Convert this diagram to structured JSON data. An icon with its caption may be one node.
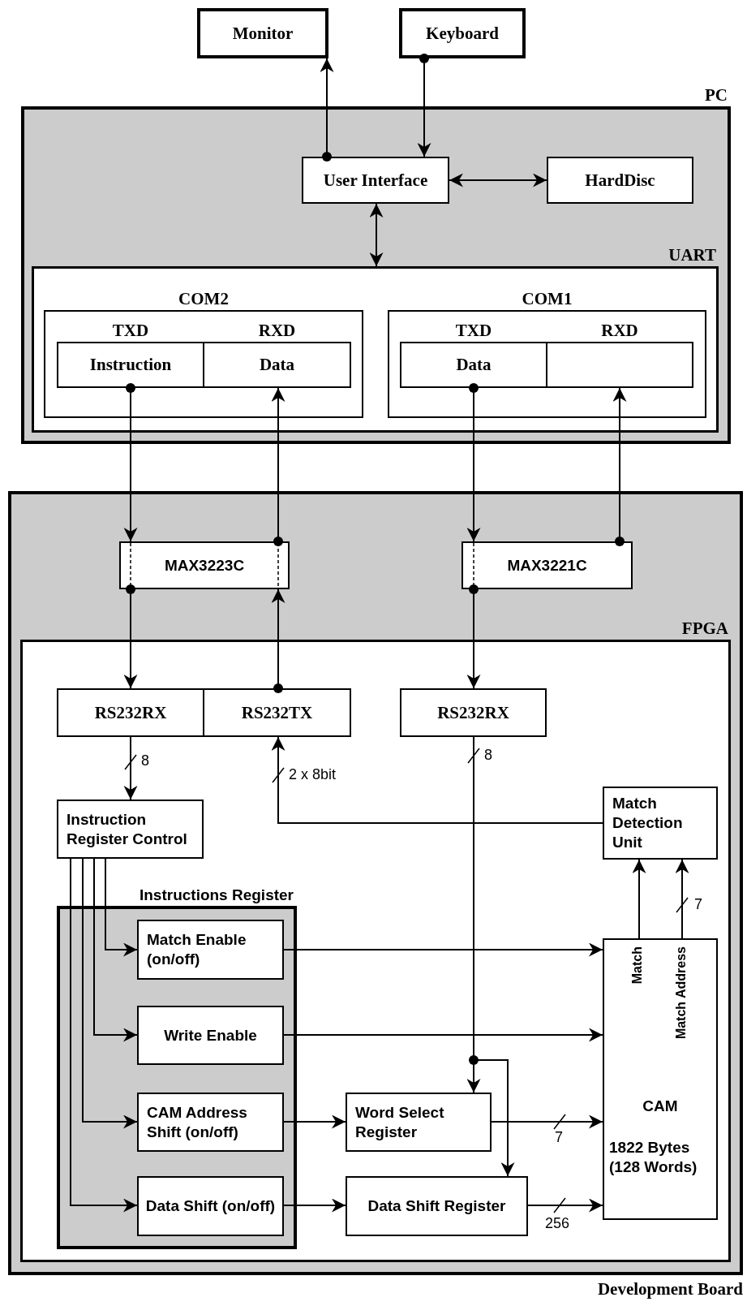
{
  "diagram": {
    "nodes": [
      {
        "text": [
          "Monitor"
        ]
      },
      {
        "text": [
          "Keyboard"
        ]
      },
      {
        "text": [
          "PC"
        ]
      },
      {
        "text": [
          "User Interface"
        ],
        "in": 2
      },
      {
        "text": [
          "HardDisc"
        ],
        "in": 2
      },
      {
        "text": [
          "UART"
        ],
        "in": 2
      },
      {
        "text": [
          "COM2"
        ],
        "in": 5
      },
      {
        "text": [
          "TXD",
          "Instruction"
        ],
        "in": 6
      },
      {
        "text": [
          "RXD",
          "Data"
        ],
        "in": 6
      },
      {
        "text": [
          "COM1"
        ],
        "in": 5
      },
      {
        "text": [
          "TXD",
          "Data"
        ],
        "in": 9
      },
      {
        "text": [
          "RXD"
        ],
        "in": 9
      },
      {
        "text": [
          "Development Board"
        ]
      },
      {
        "text": [
          "MAX3223C"
        ],
        "in": 12
      },
      {
        "text": [
          "MAX3221C"
        ],
        "in": 12
      },
      {
        "text": [
          "FPGA"
        ],
        "in": 12
      },
      {
        "text": [
          "RS232RX"
        ],
        "in": 15
      },
      {
        "text": [
          "RS232TX"
        ],
        "in": 15
      },
      {
        "text": [
          "RS232RX"
        ],
        "in": 15
      },
      {
        "text": [
          "Instruction Register Control"
        ],
        "in": 15
      },
      {
        "text": [
          "Match Detection Unit"
        ],
        "in": 15
      },
      {
        "text": [
          "Instructions Register"
        ],
        "in": 15
      },
      {
        "text": [
          "Match Enable (on/off)"
        ],
        "in": 21
      },
      {
        "text": [
          "Write Enable"
        ],
        "in": 21
      },
      {
        "text": [
          "CAM Address Shift (on/off)"
        ],
        "in": 21
      },
      {
        "text": [
          "Data Shift (on/off)"
        ],
        "in": 21
      },
      {
        "text": [
          "Word Select Register"
        ],
        "in": 15
      },
      {
        "text": [
          "Data Shift Register"
        ],
        "in": 15
      },
      {
        "text": [
          "Match",
          "Match Address",
          "CAM",
          "1822 Bytes (128 Words)"
        ],
        "in": 15
      }
    ],
    "edges": [
      {
        "from": 1,
        "to": 3,
        "arrow": "to"
      },
      {
        "from": 3,
        "to": 0,
        "arrow": "to"
      },
      {
        "from": 3,
        "to": 4,
        "arrow": "both"
      },
      {
        "from": 3,
        "to": 5,
        "arrow": "both"
      },
      {
        "from": 7,
        "to": 13,
        "arrow": "to"
      },
      {
        "from": 13,
        "to": 8,
        "arrow": "to"
      },
      {
        "from": 10,
        "to": 14,
        "arrow": "to"
      },
      {
        "from": 14,
        "to": 11,
        "arrow": "to"
      },
      {
        "from": 13,
        "to": 16,
        "arrow": "to"
      },
      {
        "from": 17,
        "to": 13,
        "arrow": "to"
      },
      {
        "from": 14,
        "to": 18,
        "arrow": "to"
      },
      {
        "from": 16,
        "to": 19,
        "arrow": "to",
        "label": "8"
      },
      {
        "from": 20,
        "to": 17,
        "arrow": "to",
        "label": "2 x 8bit"
      },
      {
        "from": 18,
        "to": 26,
        "arrow": "to",
        "label": "8"
      },
      {
        "from": 18,
        "to": 27,
        "arrow": "to"
      },
      {
        "from": 19,
        "to": 22,
        "arrow": "to"
      },
      {
        "from": 19,
        "to": 23,
        "arrow": "to"
      },
      {
        "from": 19,
        "to": 24,
        "arrow": "to"
      },
      {
        "from": 19,
        "to": 25,
        "arrow": "to"
      },
      {
        "from": 22,
        "to": 28,
        "arrow": "to"
      },
      {
        "from": 23,
        "to": 28,
        "arrow": "to"
      },
      {
        "from": 24,
        "to": 26,
        "arrow": "to"
      },
      {
        "from": 26,
        "to": 28,
        "arrow": "to",
        "label": "7"
      },
      {
        "from": 25,
        "to": 27,
        "arrow": "to"
      },
      {
        "from": 27,
        "to": 28,
        "arrow": "to",
        "label": "256"
      },
      {
        "from": 28,
        "to": 20,
        "arrow": "to"
      },
      {
        "from": 28,
        "to": 20,
        "arrow": "to",
        "label": "7"
      }
    ]
  }
}
